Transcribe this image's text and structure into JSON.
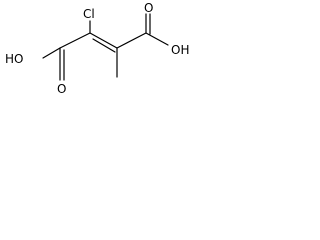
{
  "molecule": {
    "atoms": {
      "left_hydroxyl": "HO",
      "left_carbonyl_oxygen": "O",
      "chlorine": "Cl",
      "right_carbonyl_oxygen": "O",
      "right_hydroxyl": "OH"
    }
  },
  "colors": {
    "bond": "#000000",
    "label": "#000000",
    "background": "#ffffff"
  }
}
